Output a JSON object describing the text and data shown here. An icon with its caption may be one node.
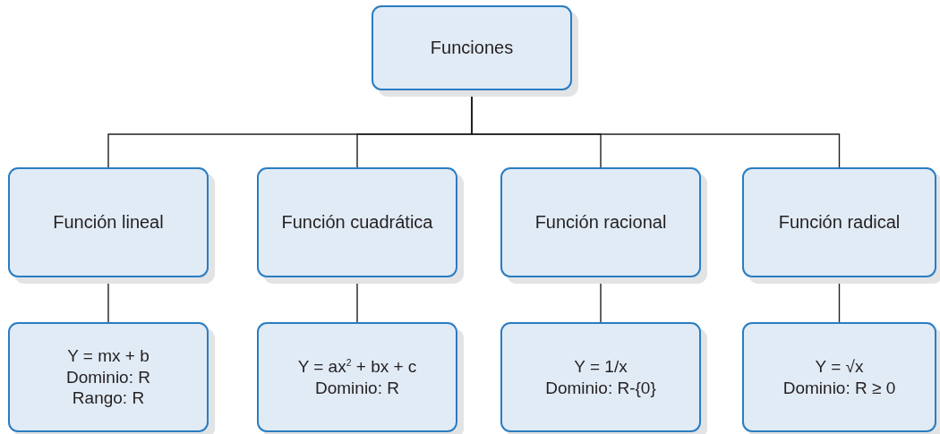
{
  "diagram": {
    "nodes": [
      {
        "text": [
          "Funciones"
        ]
      },
      {
        "text": [
          "Función lineal"
        ]
      },
      {
        "text": [
          "Función cuadrática"
        ]
      },
      {
        "text": [
          "Función racional"
        ]
      },
      {
        "text": [
          "Función radical"
        ]
      },
      {
        "text": [
          "Y = mx + b",
          "Dominio: R",
          "Rango: R"
        ]
      },
      {
        "text": [
          "Y = ax$^{2}$ + bx + c",
          "Dominio: R"
        ]
      },
      {
        "text": [
          "Y = 1/x",
          "Dominio: R-{0}"
        ]
      },
      {
        "text": [
          "Y = √x",
          "Dominio: R ≥ 0"
        ]
      }
    ],
    "edges": [
      {
        "from": 0,
        "to": 1,
        "arrow": "none"
      },
      {
        "from": 0,
        "to": 2,
        "arrow": "none"
      },
      {
        "from": 0,
        "to": 3,
        "arrow": "none"
      },
      {
        "from": 0,
        "to": 4,
        "arrow": "none"
      },
      {
        "from": 1,
        "to": 5,
        "arrow": "none"
      },
      {
        "from": 2,
        "to": 6,
        "arrow": "none"
      },
      {
        "from": 3,
        "to": 7,
        "arrow": "none"
      },
      {
        "from": 4,
        "to": 8,
        "arrow": "none"
      }
    ]
  }
}
